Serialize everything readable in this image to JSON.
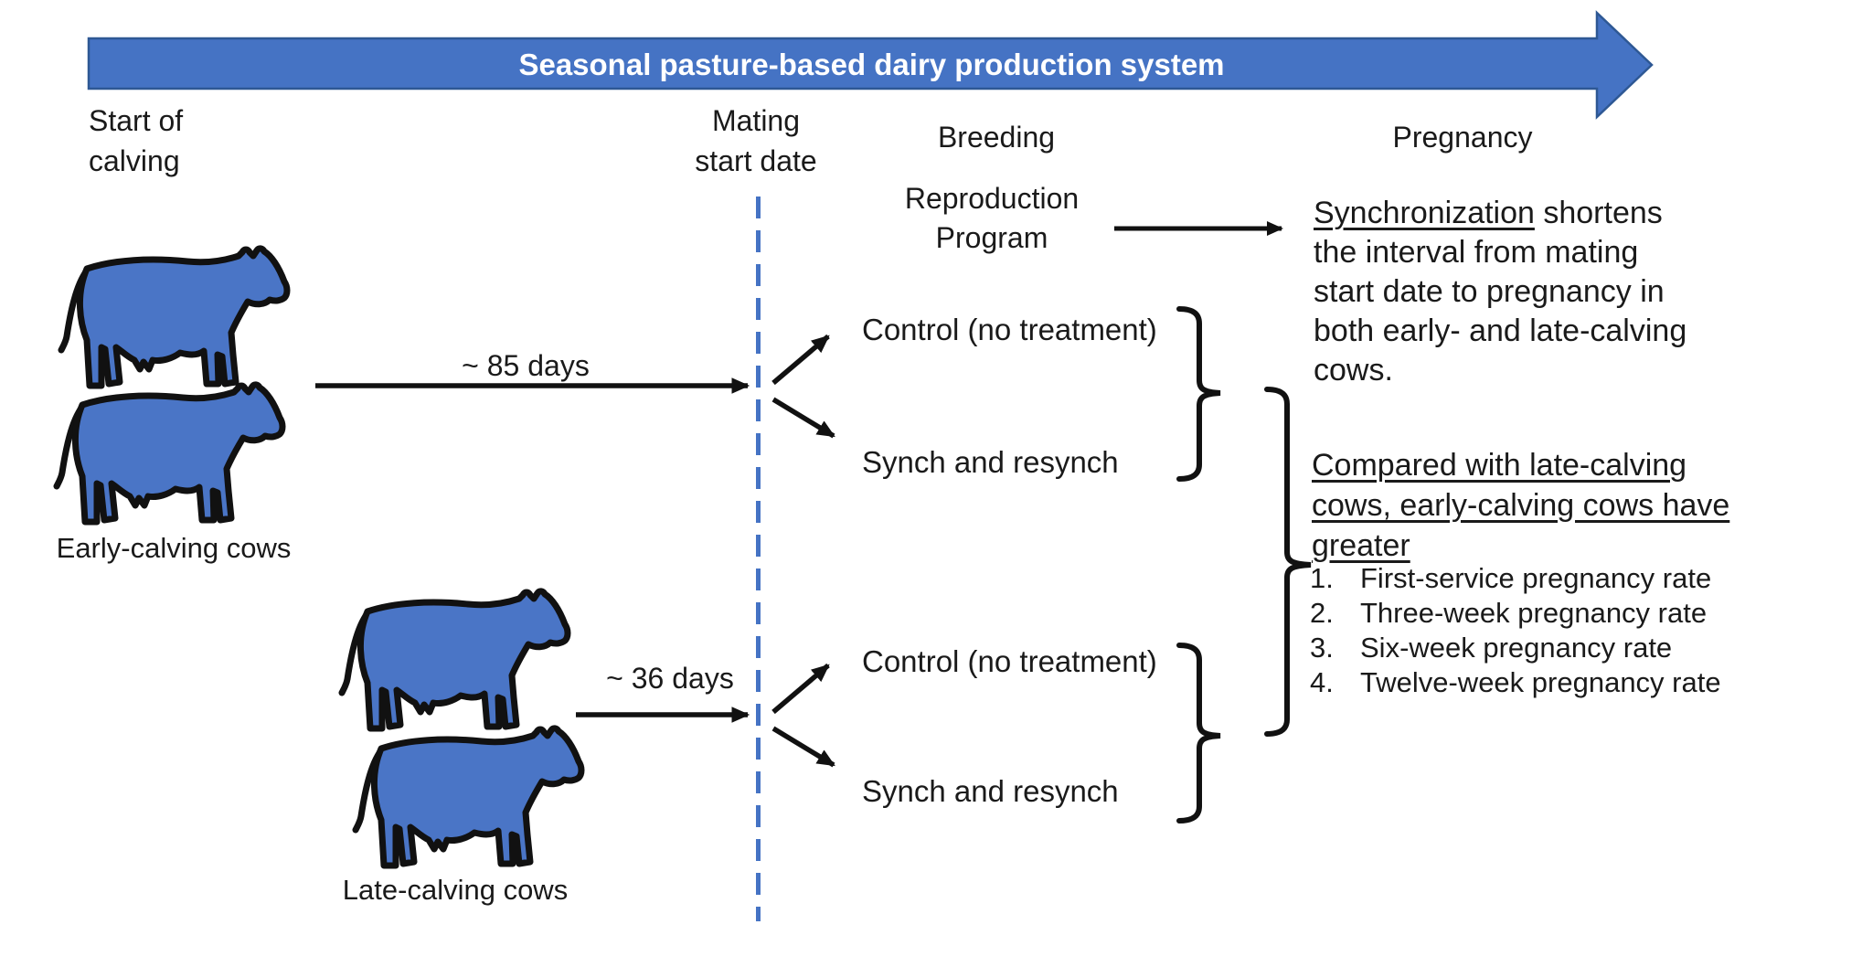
{
  "colors": {
    "accent_blue": "#4573C4",
    "accent_border": "#2E5894",
    "ink": "#1A1A1A"
  },
  "banner": {
    "title": "Seasonal pasture-based dairy production system"
  },
  "headers": {
    "start_of_calving": "Start of\ncalving",
    "mating_start_date": "Mating\nstart date",
    "breeding": "Breeding",
    "pregnancy": "Pregnancy"
  },
  "cow_groups": {
    "early_label": "Early-calving cows",
    "late_label": "Late-calving cows",
    "early_interval": "~ 85 days",
    "late_interval": "~ 36 days"
  },
  "breeding_column": {
    "program_title": "Reproduction\nProgram",
    "control": "Control (no treatment)",
    "synch": "Synch and resynch"
  },
  "pregnancy_notes": {
    "synchronization_word": "Synchronization",
    "synchronization_rest": " shortens\nthe interval from mating\nstart date to pregnancy in\nboth early- and late-calving\ncows.",
    "comparison_heading": "Compared with late-calving\ncows, early-calving cows have\ngreater",
    "outcomes": [
      {
        "num": "1.",
        "text": "First-service pregnancy rate"
      },
      {
        "num": "2.",
        "text": "Three-week pregnancy rate"
      },
      {
        "num": "3.",
        "text": "Six-week pregnancy rate"
      },
      {
        "num": "4.",
        "text": "Twelve-week pregnancy rate"
      }
    ]
  }
}
